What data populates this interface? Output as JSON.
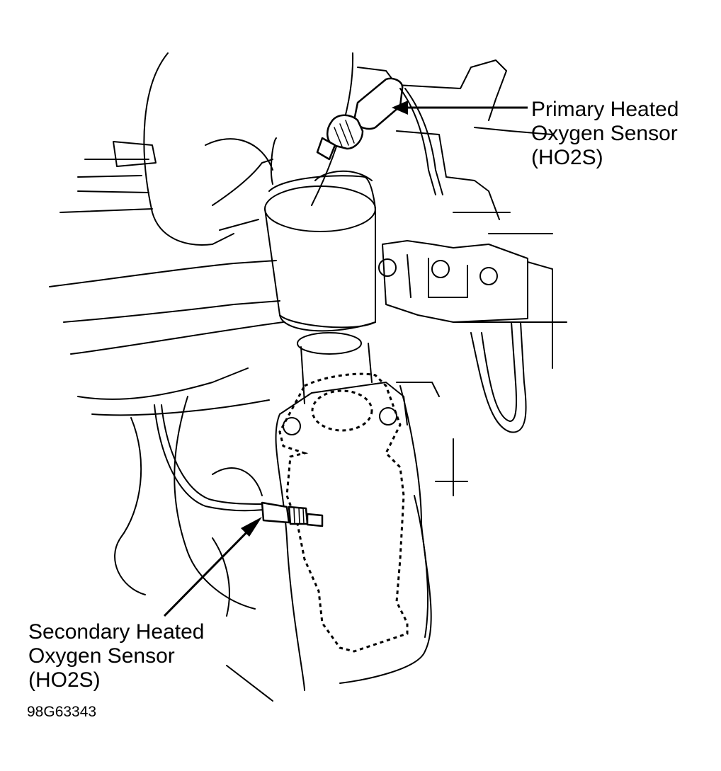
{
  "labels": {
    "primary": {
      "line1": "Primary Heated",
      "line2": "Oxygen Sensor",
      "line3": "(HO2S)"
    },
    "secondary": {
      "line1": "Secondary Heated",
      "line2": "Oxygen Sensor",
      "line3": "(HO2S)"
    },
    "figure_id": "98G63343"
  },
  "colors": {
    "ink": "#000000",
    "background": "#ffffff"
  }
}
